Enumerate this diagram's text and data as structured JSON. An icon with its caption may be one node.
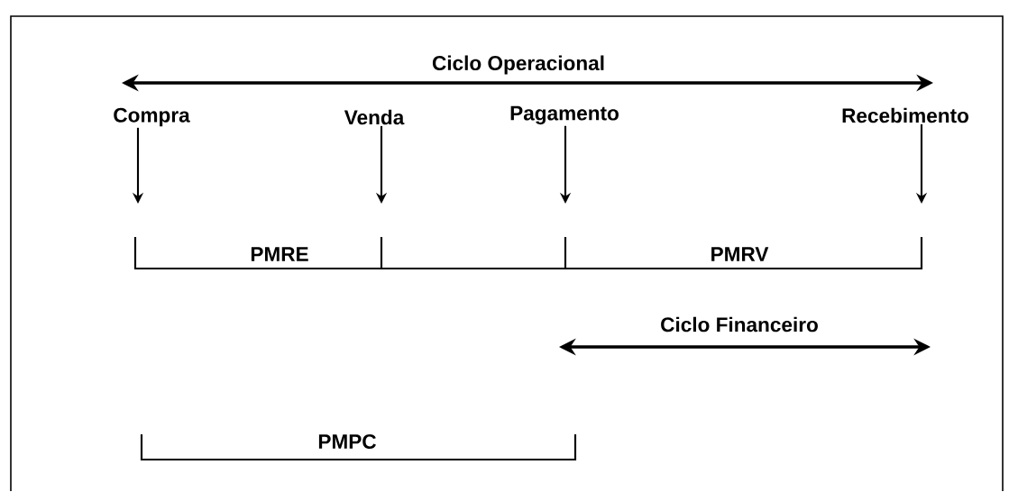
{
  "diagram": {
    "nodes": [
      {
        "text": [
          "Compra"
        ]
      },
      {
        "text": [
          "Venda"
        ]
      },
      {
        "text": [
          "Pagamento"
        ]
      },
      {
        "text": [
          "Recebimento"
        ]
      }
    ],
    "edges": [
      {
        "from": 0,
        "to": null,
        "arrow": "to"
      },
      {
        "from": 1,
        "to": null,
        "arrow": "to"
      },
      {
        "from": 2,
        "to": null,
        "arrow": "to"
      },
      {
        "from": 3,
        "to": null,
        "arrow": "to"
      }
    ],
    "labels": [
      "Ciclo Operacional",
      "PMRE",
      "PMRV",
      "Ciclo Financeiro",
      "PMPC"
    ]
  }
}
